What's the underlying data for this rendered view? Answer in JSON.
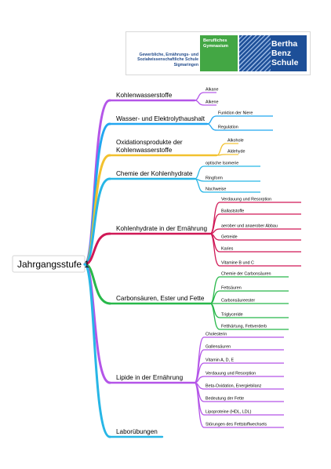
{
  "logo": {
    "school_lines": [
      "Gewerbliche, Ernährungs- und",
      "Sozialwissenschaftliche Schule",
      "Sigmaringen"
    ],
    "gym_lines": [
      "Berufliches",
      "Gymnasium"
    ],
    "brand_lines": [
      "Bertha",
      "Benz",
      "Schule"
    ],
    "colors": {
      "green": "#43a744",
      "blue": "#1d4f98",
      "school_text": "#244d8c"
    }
  },
  "mindmap": {
    "root": "Jahrgangsstufe 1",
    "branches": [
      {
        "label": [
          "Kohlenwasserstoffe"
        ],
        "color": "#b455e8",
        "children": [
          "Alkane",
          "Alkene"
        ]
      },
      {
        "label": [
          "Wasser- und Elektrolythaushalt"
        ],
        "color": "#22a6f0",
        "children": [
          "Funktion der Niere",
          "Regulation"
        ]
      },
      {
        "label": [
          "Oxidationsprodukte der",
          "Kohlenwasserstoffe"
        ],
        "color": "#f2c12e",
        "children": [
          "Alkohole",
          "Aldehyde"
        ]
      },
      {
        "label": [
          "Chemie der Kohlenhydrate"
        ],
        "color": "#27b6e6",
        "children": [
          "optische Isomerie",
          "Ringform",
          "Nachweise"
        ]
      },
      {
        "label": [
          "Kohlenhydrate in der Ernährung"
        ],
        "color": "#d01856",
        "children": [
          "Verdauung und Resorption",
          "Ballaststoffe",
          "aerober und anaerober Abbau",
          "Getreide",
          "Karies",
          "Vitamine B und C"
        ]
      },
      {
        "label": [
          "Carbonsäuren, Ester und Fette"
        ],
        "color": "#28b84a",
        "children": [
          "Chemie der Carbonsäuren",
          "Fettsäuren",
          "Carbonsäureester",
          "Triglyceride",
          "Fetthärtung, Fettverderb"
        ]
      },
      {
        "label": [
          "Lipide in der Ernährung"
        ],
        "color": "#b455e8",
        "children": [
          "Cholesterin",
          "Gallensäuren",
          "Vitamin A, D, E",
          "Verdauung und Resorption",
          "Beta-Oxidation, Energiebilanz",
          "Bedeutung der Fette",
          "Lipoproteine (HDL, LDL)",
          "Störungen des Fettstoffwechsels"
        ]
      },
      {
        "label": [
          "Laborübungen"
        ],
        "color": "#27b6e6",
        "children": []
      }
    ]
  }
}
